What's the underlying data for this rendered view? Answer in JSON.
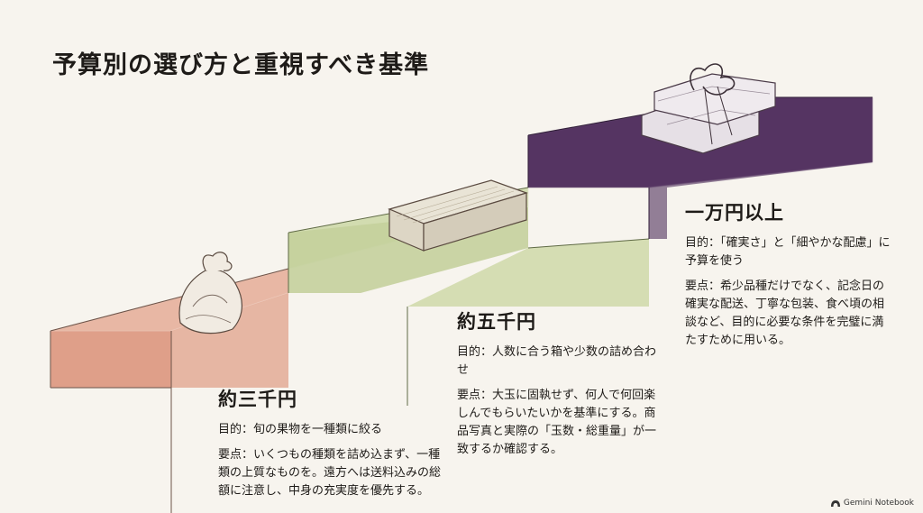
{
  "title": "予算別の選び方と重視すべき基準",
  "tiers": [
    {
      "heading": "約三千円",
      "purpose": "目的：旬の果物を一種類に絞る",
      "points": "要点：いくつもの種類を詰め込まず、一種類の上質なものを。遠方へは送料込みの総額に注意し、中身の充実度を優先する。"
    },
    {
      "heading": "約五千円",
      "purpose": "目的：人数に合う箱や少数の詰め合わせ",
      "points": "要点：大玉に固執せず、何人で何回楽しんでもらいたいかを基準にする。商品写真と実際の「玉数・総重量」が一致するか確認する。"
    },
    {
      "heading": "一万円以上",
      "purpose": "目的：「確実さ」と「細やかな配慮」に予算を使う",
      "points": "要点：希少品種だけでなく、記念日の確実な配送、丁寧な包装、食べ頃の相談など、目的に必要な条件を完璧に満たすために用いる。"
    }
  ],
  "colors": {
    "step_low": "#e3aa95",
    "step_mid": "#c9d4a4",
    "step_high": "#5e3d6c",
    "background": "#f7f4ee"
  },
  "brand": "Gemini Notebook"
}
